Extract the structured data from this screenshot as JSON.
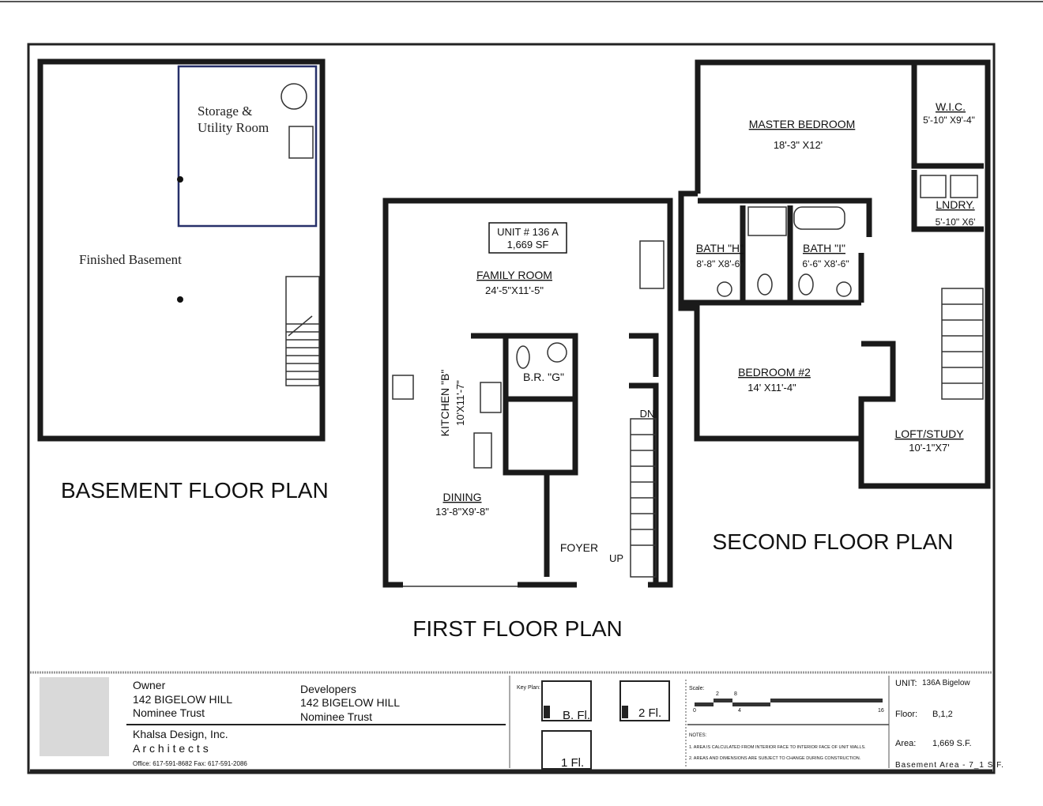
{
  "basement": {
    "title": "BASEMENT FLOOR PLAN",
    "storage_line1": "Storage &",
    "storage_line2": "Utility Room",
    "finished": "Finished Basement"
  },
  "first_floor": {
    "title": "FIRST FLOOR PLAN",
    "unit_line1": "UNIT # 136 A",
    "unit_line2": "1,669 SF",
    "family_room": {
      "name": "FAMILY ROOM",
      "dims": "24'-5\"X11'-5\""
    },
    "kitchen": {
      "name": "KITCHEN \"B\"",
      "dims": "10'X11'-7\""
    },
    "br_g": "B.R. \"G\"",
    "dining": {
      "name": "DINING",
      "dims": "13'-8\"X9'-8\""
    },
    "foyer": "FOYER",
    "up": "UP",
    "dn": "DN"
  },
  "second_floor": {
    "title": "SECOND FLOOR PLAN",
    "master": {
      "name": "MASTER BEDROOM",
      "dims": "18'-3\" X12'"
    },
    "wic": {
      "name": "W.I.C.",
      "dims": "5'-10\" X9'-4\""
    },
    "lndry": {
      "name": "LNDRY.",
      "dims": "5'-10\" X6'"
    },
    "bath_h": {
      "name": "BATH \"H\"",
      "dims": "8'-8\" X8'-6\""
    },
    "bath_i": {
      "name": "BATH \"I\"",
      "dims": "6'-6\" X8'-6\""
    },
    "bedroom2": {
      "name": "BEDROOM #2",
      "dims": "14' X11'-4\""
    },
    "loft": {
      "name": "LOFT/STUDY",
      "dims": "10'-1\"X7'"
    }
  },
  "title_block": {
    "owner_label": "Owner",
    "owner_name": "142 BIGELOW HILL",
    "owner_trust": "Nominee Trust",
    "dev_label": "Developers",
    "dev_name": "142 BIGELOW HILL",
    "dev_trust": "Nominee Trust",
    "firm": "Khalsa Design, Inc.",
    "firm_sub": "A r c h i t e c t s",
    "contact": "Office: 617-591-8682  Fax: 617-591-2086",
    "key_plan": "Key Plan:",
    "key_b": "B. Fl.",
    "key_2": "2 Fl.",
    "key_1": "1 Fl.",
    "scale_label": "Scale:",
    "scale_ticks": [
      "0",
      "2",
      "4",
      "8",
      "16"
    ],
    "notes_label": "NOTES:",
    "note1": "1. AREA IS CALCULATED FROM INTERIOR FACE TO INTERIOR FACE OF UNIT WALLS.",
    "note2": "2. AREAS AND DIMENSIONS ARE SUBJECT TO CHANGE DURING CONSTRUCTION.",
    "unit_label": "UNIT:",
    "unit_value": "136A Bigelow",
    "floor_label": "Floor:",
    "floor_value": "B,1,2",
    "area_label": "Area:",
    "area_value": "1,669 S.F.",
    "basement_area": "Basement Area - 7_1 S.F."
  }
}
